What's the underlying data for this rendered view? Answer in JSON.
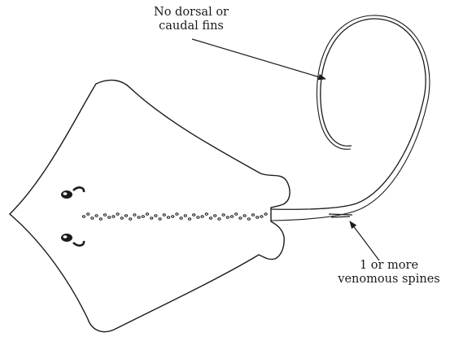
{
  "labels": {
    "fins": {
      "line1": "No dorsal or",
      "line2": "caudal fins"
    },
    "spines": {
      "line1": "1 or more",
      "line2": "venomous spines"
    }
  },
  "colors": {
    "ink": "#1a1a1a",
    "background": "#ffffff"
  }
}
